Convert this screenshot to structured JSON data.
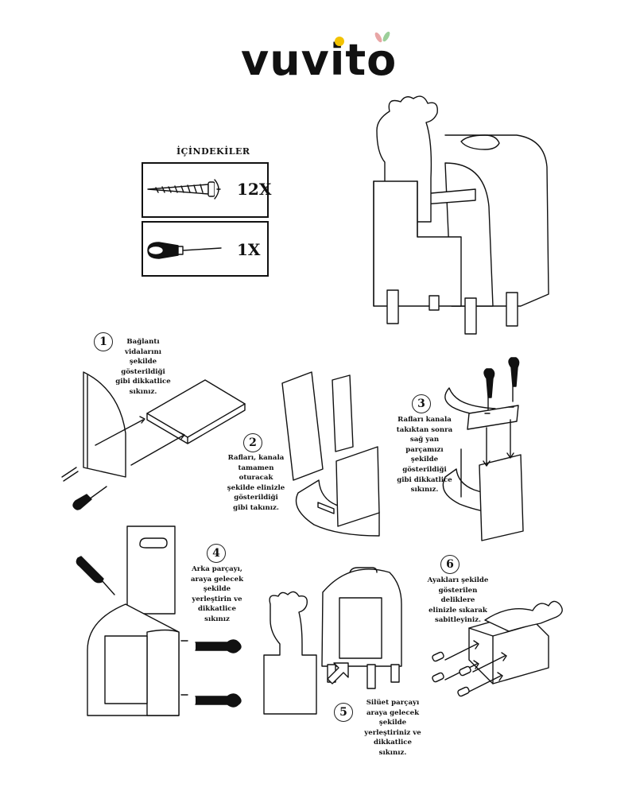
{
  "brand": {
    "name": "vuvito",
    "accent_colors": [
      "#f2c200",
      "#e8a6a6",
      "#9ccf9a"
    ]
  },
  "contents": {
    "title": "İÇİNDEKİLER",
    "items": [
      {
        "icon": "screw-icon",
        "qty": "12X"
      },
      {
        "icon": "screwdriver-icon",
        "qty": "1X"
      }
    ]
  },
  "steps": [
    {
      "number": "1",
      "lines": [
        "Bağlantı",
        "vidalarını",
        "şekilde",
        "gösterildiği",
        "gibi  dikkatlice",
        "sıkınız."
      ]
    },
    {
      "number": "2",
      "lines": [
        "Rafları, kanala",
        "tamamen",
        "oturacak",
        "şekilde elinizle",
        "gösterildiği",
        "gibi takınız."
      ]
    },
    {
      "number": "3",
      "lines": [
        "Rafları kanala",
        "takıktan sonra",
        "sağ yan",
        "parçamızı",
        "şekilde",
        "gösterildiği",
        "gibi dikkatlice",
        "sıkınız."
      ]
    },
    {
      "number": "4",
      "lines": [
        "Arka parçayı,",
        "araya gelecek",
        "şekilde",
        "yerleştirin ve",
        "dikkatlice",
        "sıkınız"
      ]
    },
    {
      "number": "5",
      "lines": [
        "Silüet parçayı",
        "araya gelecek",
        "şekilde",
        "yerleştiriniz ve",
        "dikkatlice",
        "sıkınız."
      ]
    },
    {
      "number": "6",
      "lines": [
        "Ayakları şekilde",
        "gösterilen",
        "deliklere",
        "elinizle sıkarak",
        "sabitleyiniz."
      ]
    }
  ]
}
